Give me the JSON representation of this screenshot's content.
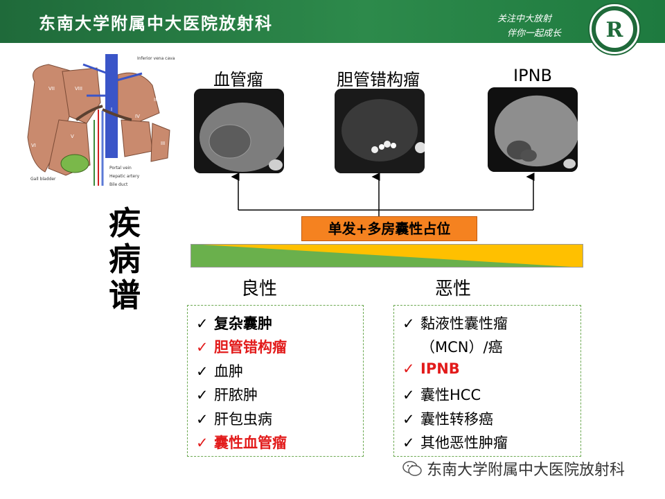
{
  "header": {
    "title": "东南大学附属中大医院放射科",
    "slogan_line1": "关注中大放射",
    "slogan_line2": "伴你一起成长",
    "logo_letter": "R"
  },
  "anatomy": {
    "labels": {
      "ivc": "Inferior vena cava",
      "portal": "Portal vein",
      "hepatic": "Hepatic artery",
      "bile": "Bile duct",
      "gallbladder": "Gall bladder",
      "seg_vii": "VII",
      "seg_viii": "VIII",
      "seg_ii": "II",
      "seg_iv": "IV",
      "seg_i": "I",
      "seg_v": "V",
      "seg_vi": "VI",
      "seg_iii": "III"
    }
  },
  "spectrum_title": [
    "疾",
    "病",
    "谱"
  ],
  "images": [
    {
      "label": "血管瘤"
    },
    {
      "label": "胆管错构瘤"
    },
    {
      "label": "IPNB"
    }
  ],
  "banner": "单发+多房囊性占位",
  "colors": {
    "benign": "#6ab04c",
    "malignant": "#ffc000",
    "highlight": "#e21b1b",
    "banner": "#f58220"
  },
  "benign": {
    "title": "良性",
    "items": [
      {
        "text": "复杂囊肿",
        "style": "bold"
      },
      {
        "text": "胆管错构瘤",
        "style": "red"
      },
      {
        "text": "血肿",
        "style": "normal"
      },
      {
        "text": "肝脓肿",
        "style": "normal"
      },
      {
        "text": "肝包虫病",
        "style": "normal"
      },
      {
        "text": "囊性血管瘤",
        "style": "red"
      }
    ]
  },
  "malignant": {
    "title": "恶性",
    "items": [
      {
        "text": "黏液性囊性瘤",
        "style": "normal"
      },
      {
        "text": "（MCN）/癌",
        "style": "normal",
        "indent": true
      },
      {
        "text": "IPNB",
        "style": "red"
      },
      {
        "text": "囊性HCC",
        "style": "normal"
      },
      {
        "text": "囊性转移癌",
        "style": "normal"
      },
      {
        "text": "其他恶性肿瘤",
        "style": "normal"
      }
    ]
  },
  "check_mark": "✓",
  "watermark": "东南大学附属中大医院放射科"
}
